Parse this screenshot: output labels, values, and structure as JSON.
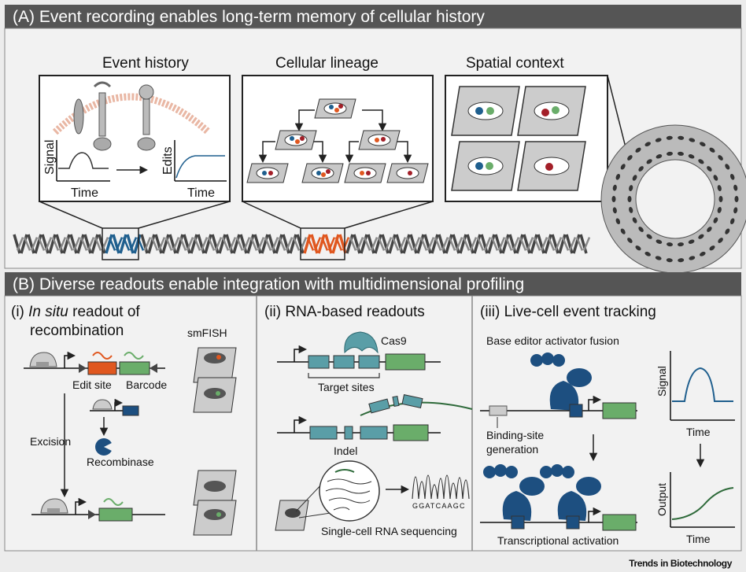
{
  "section_a": {
    "title": "(A) Event recording enables long-term memory of cellular history",
    "panel_event_history": {
      "title": "Event history",
      "axis_signal": "Signal",
      "axis_time_1": "Time",
      "axis_edits": "Edits",
      "axis_time_2": "Time"
    },
    "panel_lineage": {
      "title": "Cellular lineage"
    },
    "panel_spatial": {
      "title": "Spatial context"
    }
  },
  "section_b": {
    "title": "(B) Diverse readouts enable integration with multidimensional profiling",
    "panel_i": {
      "prefix": "(i) ",
      "italic": "In situ",
      "title_rest": " readout of",
      "title_line2": "recombination",
      "smfish": "smFISH",
      "edit_site": "Edit site",
      "barcode": "Barcode",
      "excision": "Excision",
      "recombinase": "Recombinase"
    },
    "panel_ii": {
      "title": "(ii) RNA-based readouts",
      "cas9": "Cas9",
      "target_sites": "Target sites",
      "indel": "Indel",
      "sequence": "GGATCAAGC",
      "scrna": "Single-cell RNA sequencing"
    },
    "panel_iii": {
      "title": "(iii) Live-cell event tracking",
      "fusion": "Base editor activator fusion",
      "binding_1": "Binding-site",
      "binding_2": "generation",
      "signal": "Signal",
      "time_1": "Time",
      "output": "Output",
      "time_2": "Time",
      "activation": "Transcriptional activation"
    }
  },
  "footer": "Trends in Biotechnology",
  "colors": {
    "header_bg": "#555555",
    "panel_bg": "#f2f2f2",
    "blue": "#1f5f8e",
    "orange": "#e0571f",
    "green": "#6aad6a",
    "dark_red": "#a31f28",
    "teal": "#5a9ea7",
    "protein": "#1d4f80"
  }
}
